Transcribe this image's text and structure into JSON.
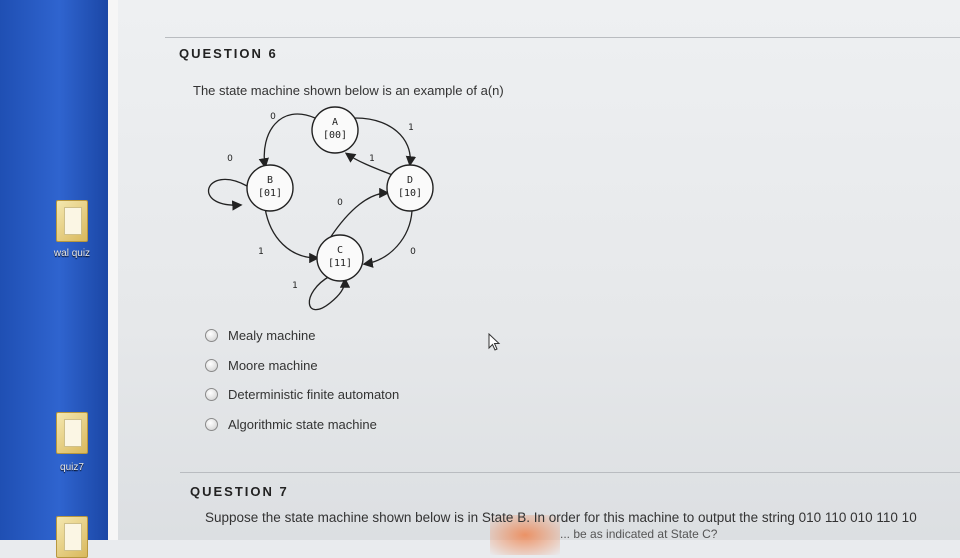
{
  "desktop": {
    "icons": [
      {
        "label": "wal quiz"
      },
      {
        "label": "quiz7"
      }
    ]
  },
  "question6": {
    "title": "QUESTION 6",
    "prompt": "The state machine shown below is an example of a(n)",
    "diagram": {
      "states": [
        {
          "name": "A",
          "code": "[00]"
        },
        {
          "name": "B",
          "code": "[01]"
        },
        {
          "name": "C",
          "code": "[11]"
        },
        {
          "name": "D",
          "code": "[10]"
        }
      ],
      "transition_labels": {
        "a_to_b": "0",
        "a_to_d": "1",
        "b_self": "0",
        "b_to_c": "1",
        "c_self": "1",
        "c_to_d": "0",
        "d_to_a": "1",
        "d_to_c": "0"
      }
    },
    "options": [
      "Mealy machine",
      "Moore machine",
      "Deterministic finite automaton",
      "Algorithmic state machine"
    ]
  },
  "question7": {
    "title": "QUESTION 7",
    "prompt": "Suppose the state machine shown below is in State B. In order for this machine to output the string 010 110 010 110 10",
    "prompt_cont": "... be as indicated at State C?"
  }
}
